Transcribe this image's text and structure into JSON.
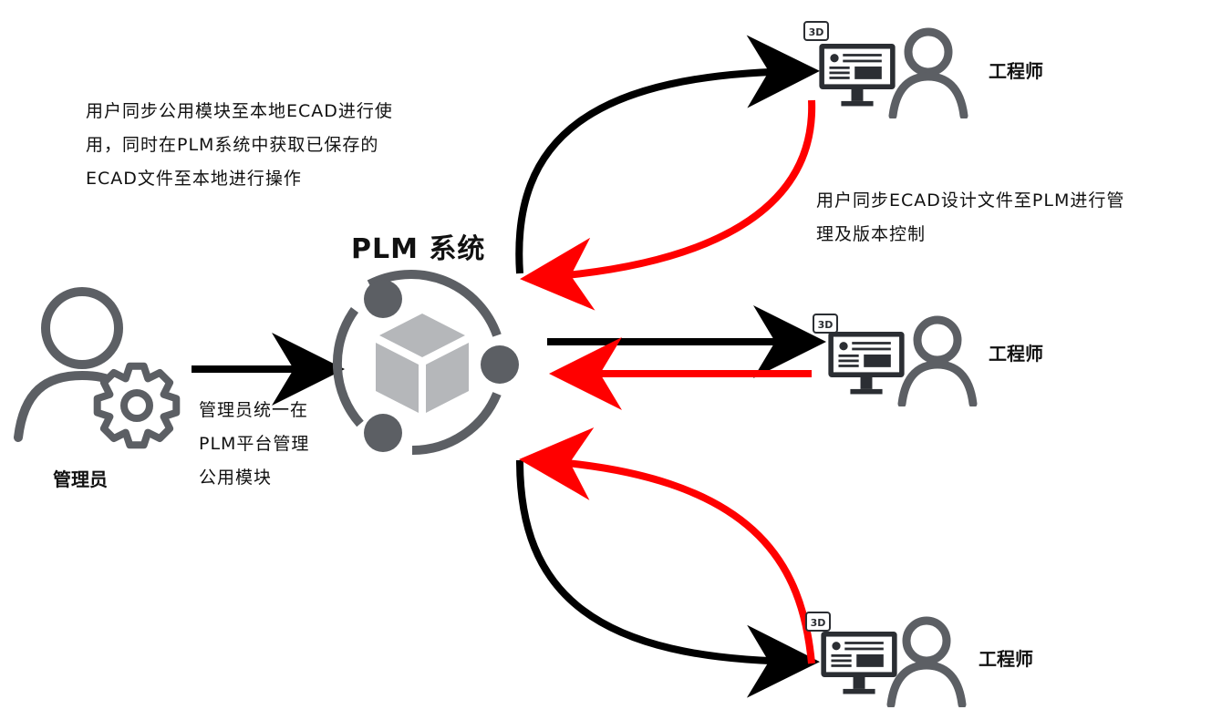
{
  "title": "PLM 系统",
  "notes": {
    "sync_down": [
      "用户同步公用模块至本地ECAD进行使",
      "用，同时在PLM系统中获取已保存的",
      "ECAD文件至本地进行操作"
    ],
    "sync_up": [
      "用户同步ECAD设计文件至PLM进行管",
      "理及版本控制"
    ],
    "admin": [
      "管理员统一在",
      "PLM平台管理",
      "公用模块"
    ]
  },
  "roles": {
    "admin": "管理员",
    "engineer_1": "工程师",
    "engineer_2": "工程师",
    "engineer_3": "工程师"
  },
  "badge_text": "3D",
  "colors": {
    "icon_gray": "#5c5f64",
    "hub_light": "#b5b7ba",
    "monitor": "#2b2e33",
    "arrow_black": "#000000",
    "arrow_red": "#ff0000"
  }
}
